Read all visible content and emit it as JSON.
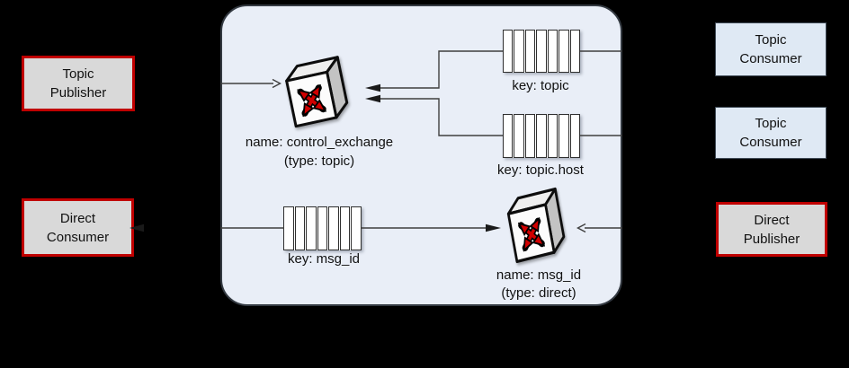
{
  "diagram": {
    "boxes": {
      "topic_publisher": {
        "line1": "Topic",
        "line2": "Publisher"
      },
      "direct_consumer": {
        "line1": "Direct",
        "line2": "Consumer"
      },
      "topic_consumer_1": {
        "line1": "Topic",
        "line2": "Consumer"
      },
      "topic_consumer_2": {
        "line1": "Topic",
        "line2": "Consumer"
      },
      "direct_publisher": {
        "line1": "Direct",
        "line2": "Publisher"
      }
    },
    "exchanges": {
      "control": {
        "name_label": "name: control_exchange",
        "type_label": "(type: topic)"
      },
      "direct": {
        "name_label": "name: msg_id",
        "type_label": "(type: direct)"
      }
    },
    "queues": {
      "cell_count": 7,
      "topic": {
        "label": "key: topic"
      },
      "topic_host": {
        "label": "key: topic.host"
      },
      "msg_id": {
        "label": "key: msg_id"
      }
    },
    "colors": {
      "background": "#000000",
      "broker_fill": "#e9eef7",
      "broker_border": "#343a42",
      "red_box_border": "#c00000",
      "gray_box_fill": "#d9d9d9",
      "blue_box_fill": "#dfe9f4",
      "connector_line": "#3f3f3f",
      "exchange_arrow_red": "#d10000"
    }
  }
}
